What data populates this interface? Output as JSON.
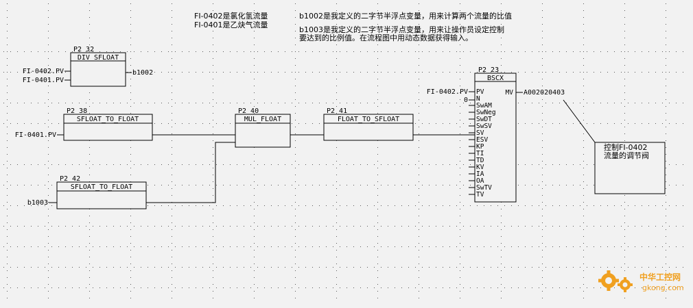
{
  "notes": {
    "line1": "FI-0402是氯化氢流量",
    "line2": "FI-0401是乙炔气流量",
    "line3": "b1002是我定义的二字节半浮点变量，用来计算两个流量的比值",
    "line4": "b1003是我定义的二字节半浮点变量，用来让操作员设定控制",
    "line5": "要达到的比例值。在流程图中用动态数据获得输入。"
  },
  "blocks": {
    "p2_32": {
      "instance": "P2_32",
      "type": "DIV_SFLOAT"
    },
    "p2_38": {
      "instance": "P2_38",
      "type": "SFLOAT_TO_FLOAT"
    },
    "p2_42": {
      "instance": "P2_42",
      "type": "SFLOAT_TO_FLOAT"
    },
    "p2_40": {
      "instance": "P2_40",
      "type": "MUL_FLOAT"
    },
    "p2_41": {
      "instance": "P2_41",
      "type": "FLOAT_TO_SFLOAT"
    },
    "p2_23": {
      "instance": "P2_23",
      "type": "BSCX",
      "output_pin": "MV",
      "input_pins": [
        "PV",
        "N",
        "SwAM",
        "SwNeg",
        "SwDT",
        "SwSV",
        "SV",
        "ESV",
        "KP",
        "TI",
        "TD",
        "KV",
        "IA",
        "OA",
        "SwTV",
        "TV"
      ]
    }
  },
  "signals": {
    "div_in1": "FI-0402.PV",
    "div_in2": "FI-0401.PV",
    "div_out": "b1002",
    "conv_in": "FI-0401.PV",
    "b1003_in": "b1003",
    "pid_pv": "FI-0402.PV",
    "pid_n": "0",
    "pid_out": "A002020403"
  },
  "callout": {
    "line1": "控制FI-0402",
    "line2": "流量的调节阀"
  },
  "watermark": {
    "text1": "中华工控网",
    "text2": "gkong.com"
  }
}
